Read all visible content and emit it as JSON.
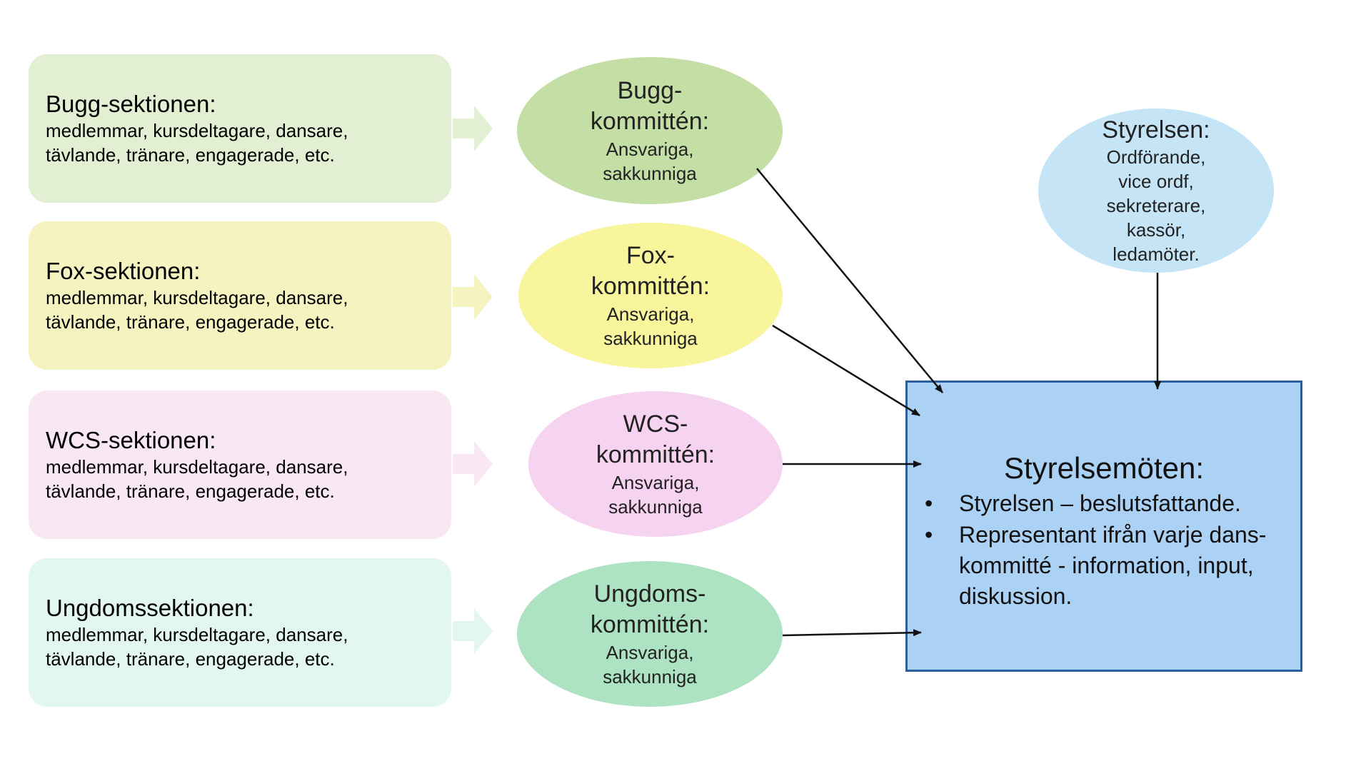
{
  "sections": [
    {
      "title": "Bugg-sektionen:",
      "line1": "medlemmar, kursdeltagare, dansare,",
      "line2": "tävlande, tränare, engagerade, etc.",
      "color": "#e3efd2",
      "arrow_color": "#e3efd2"
    },
    {
      "title": "Fox-sektionen:",
      "line1": "medlemmar, kursdeltagare, dansare,",
      "line2": "tävlande, tränare, engagerade, etc.",
      "color": "#f5f4c0",
      "arrow_color": "#f5f4c0"
    },
    {
      "title": "WCS-sektionen:",
      "line1": "medlemmar, kursdeltagare, dansare,",
      "line2": "tävlande, tränare, engagerade, etc.",
      "color": "#f9e8f4",
      "arrow_color": "#f9e8f4"
    },
    {
      "title": "Ungdomssektionen:",
      "line1": "medlemmar, kursdeltagare, dansare,",
      "line2": "tävlande, tränare, engagerade, etc.",
      "color": "#e2f7ed",
      "arrow_color": "#e2f7ed"
    }
  ],
  "committees": [
    {
      "title": "Bugg-kommittén:",
      "desc1": "Ansvariga,",
      "desc2": "sakkunniga",
      "color": "#c4dfa6"
    },
    {
      "title": "Fox-kommittén:",
      "desc1": "Ansvariga,",
      "desc2": "sakkunniga",
      "color": "#f8f59c"
    },
    {
      "title": "WCS-kommittén:",
      "desc1": "Ansvariga,",
      "desc2": "sakkunniga",
      "color": "#f7d3f2"
    },
    {
      "title": "Ungdoms-kommittén:",
      "desc1": "Ansvariga,",
      "desc2": "sakkunniga",
      "color": "#ade2c2"
    }
  ],
  "board": {
    "title": "Styrelsen:",
    "lines": [
      "Ordförande,",
      "vice ordf,",
      "sekreterare,",
      "kassör,",
      "ledamöter."
    ]
  },
  "meeting": {
    "title": "Styrelsemöten:",
    "items": [
      "Styrelsen – beslutsfattande.",
      "Representant ifrån varje dans-kommitté - information, input, diskussion."
    ]
  }
}
